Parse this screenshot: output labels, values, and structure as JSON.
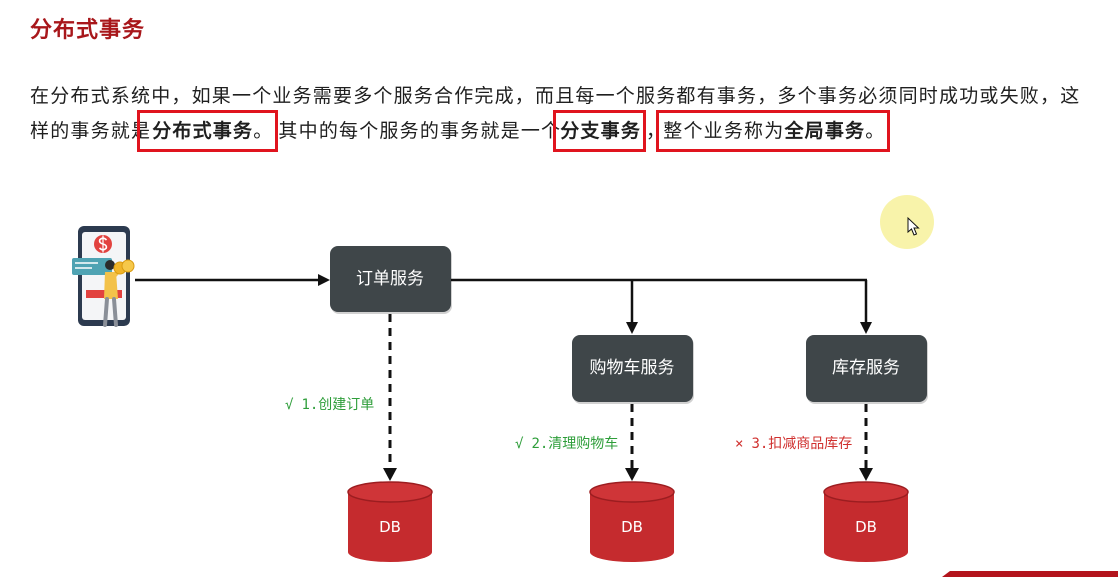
{
  "slide": {
    "title": "分布式事务"
  },
  "paragraph": {
    "line1": "在分布式系统中，如果一个业务需要多个服务合作完成，而且每一个服务都有事务，多个事务必须同时成功或失败，这",
    "line2": {
      "before_term1": "样的事务就是",
      "term1": "分布式事务",
      "term1_suffix": "。",
      "middle": "其中的每个服务的事务就是一个",
      "term2": "分支事务",
      "comma": "，",
      "lead3": "整个业务称为",
      "term3": "全局事务",
      "end": "。"
    }
  },
  "diagram": {
    "services": {
      "order": "订单服务",
      "cart": "购物车服务",
      "stock": "库存服务"
    },
    "databases": [
      "DB",
      "DB",
      "DB"
    ],
    "steps": [
      {
        "mark": "√",
        "label": "1.创建订单",
        "color": "#2e9e3a"
      },
      {
        "mark": "√",
        "label": "2.清理购物车",
        "color": "#2e9e3a"
      },
      {
        "mark": "×",
        "label": "3.扣减商品库存",
        "color": "#d0302e"
      }
    ],
    "icons": {
      "client": "mobile-payment-user-icon",
      "cursor": "mouse-pointer-icon"
    }
  },
  "colors": {
    "title": "#a8171b",
    "highlight_box": "#e0141e",
    "service_box": "#3f4649",
    "database": "#c52b2e",
    "database_top": "#cf3538",
    "arrow": "#111111",
    "cursor_highlight": "#f7f2a1"
  }
}
